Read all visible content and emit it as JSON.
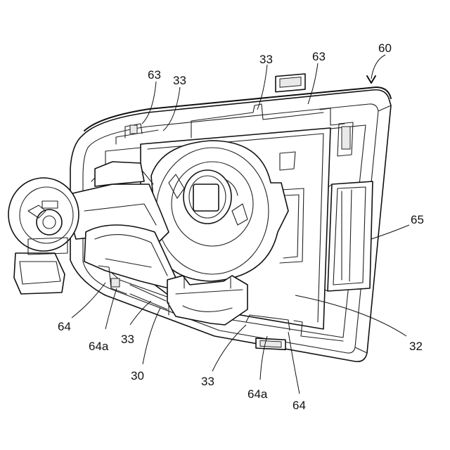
{
  "figure": {
    "labels": {
      "l60": "60",
      "l63a": "63",
      "l33a": "33",
      "l33b": "33",
      "l63b": "63",
      "l65": "65",
      "l64a": "64",
      "l64aa": "64a",
      "l33c": "33",
      "l30": "30",
      "l33d": "33",
      "l64ab": "64a",
      "l64b": "64",
      "l32": "32"
    }
  }
}
